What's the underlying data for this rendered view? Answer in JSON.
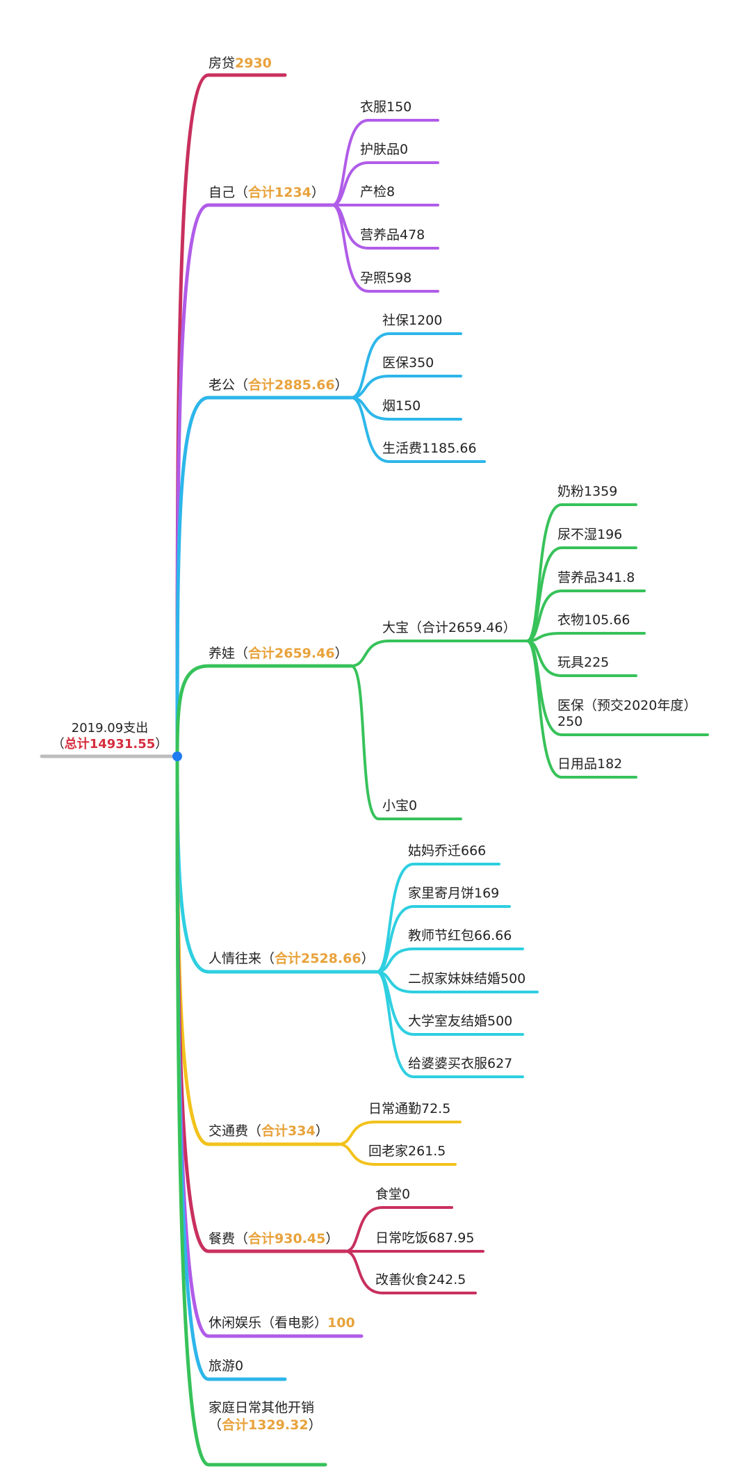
{
  "root": {
    "line1": "2019.09支出",
    "line2_prefix": "（",
    "line2_highlight": "总计14931.55",
    "line2_suffix": "）"
  },
  "colors": {
    "highlight_orange": "#E8A23B",
    "highlight_red": "#D62E3E",
    "root_line": "#BDBDBD",
    "root_dot": "#1F7CF0",
    "mortgage": "#C8305E",
    "self": "#B05CE8",
    "husband": "#2DB6EA",
    "baby": "#37C25A",
    "social": "#2ECFE0",
    "transport": "#F2C21C",
    "food": "#C8305E",
    "leisure": "#B05CE8",
    "travel": "#2DB6EA",
    "household": "#37C25A"
  },
  "branches": {
    "mortgage": {
      "label": "房贷",
      "amount": "2930"
    },
    "self": {
      "label": "自己（",
      "amount": "合计1234",
      "suffix": "）",
      "items": [
        "衣服150",
        "护肤品0",
        "产检8",
        "营养品478",
        "孕照598"
      ]
    },
    "husband": {
      "label": "老公（",
      "amount": "合计2885.66",
      "suffix": "）",
      "items": [
        "社保1200",
        "医保350",
        "烟150",
        "生活费1185.66"
      ]
    },
    "baby": {
      "label": "养娃（",
      "amount": "合计2659.46",
      "suffix": "）",
      "children": [
        {
          "label": "大宝（合计2659.46）",
          "items": [
            "奶粉1359",
            "尿不湿196",
            "营养品341.8",
            "衣物105.66",
            "玩具225",
            "医保（预交2020年度）",
            "250",
            "日用品182"
          ]
        },
        {
          "label": "小宝0"
        }
      ]
    },
    "social": {
      "label": "人情往来（",
      "amount": "合计2528.66",
      "suffix": "）",
      "items": [
        "姑妈乔迁666",
        "家里寄月饼169",
        "教师节红包66.66",
        "二叔家妹妹结婚500",
        "大学室友结婚500",
        "给婆婆买衣服627"
      ]
    },
    "transport": {
      "label": "交通费（",
      "amount": "合计334",
      "suffix": "）",
      "items": [
        "日常通勤72.5",
        "回老家261.5"
      ]
    },
    "food": {
      "label": "餐费（",
      "amount": "合计930.45",
      "suffix": "）",
      "items": [
        "食堂0",
        "日常吃饭687.95",
        "改善伙食242.5"
      ]
    },
    "leisure": {
      "label": "休闲娱乐（看电影）",
      "amount": "100"
    },
    "travel": {
      "label": "旅游0"
    },
    "household": {
      "label": "家庭日常其他开销",
      "amount_prefix": "（",
      "amount": "合计1329.32",
      "amount_suffix": "）"
    }
  }
}
